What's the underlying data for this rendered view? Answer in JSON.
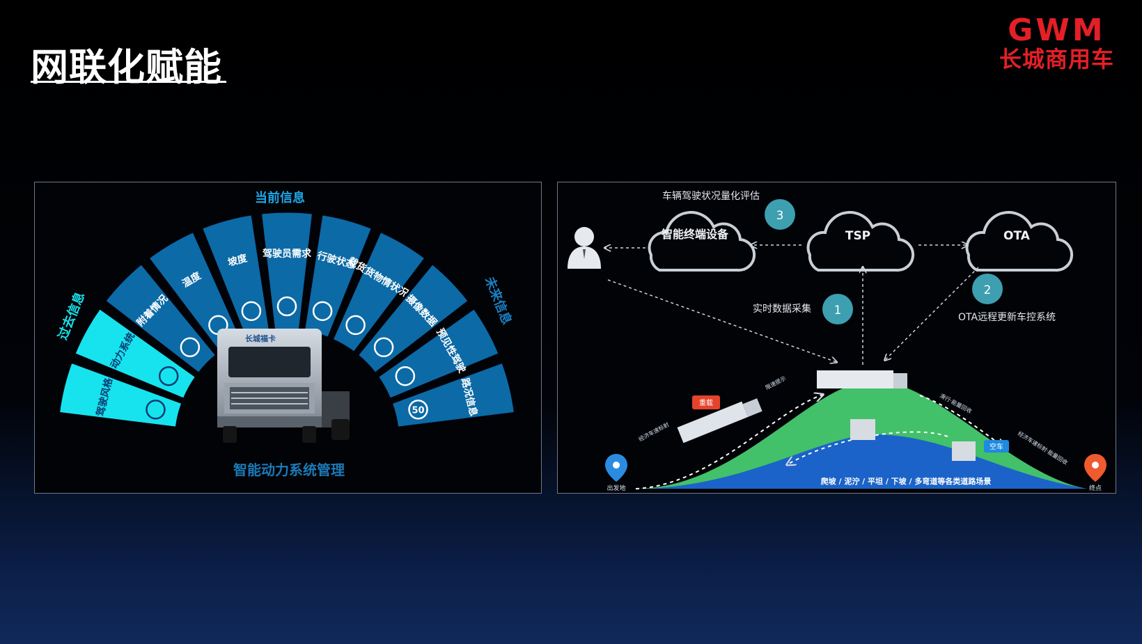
{
  "header": {
    "title": "网联化赋能",
    "logo_en": "GWM",
    "logo_cn": "长城商用车"
  },
  "left_panel": {
    "top_label": "当前信息",
    "left_label": "过去信息",
    "right_label": "未来信息",
    "bottom_label": "智能动力系统管理",
    "truck_badge": "长城福卡",
    "segments": [
      {
        "label": "驾驶风格",
        "icon": "steering-wheel-icon"
      },
      {
        "label": "动力系统",
        "icon": "engine-icon"
      },
      {
        "label": "附着情况",
        "icon": "snowflake-icon"
      },
      {
        "label": "温度",
        "icon": "thermometer-icon"
      },
      {
        "label": "坡度",
        "icon": "slope-icon"
      },
      {
        "label": "驾驶员需求",
        "icon": "gear-lever-icon"
      },
      {
        "label": "行驶状态",
        "icon": "speedometer-icon"
      },
      {
        "label": "载货货物情状况态",
        "icon": "cargo-car-icon"
      },
      {
        "label": "摄像数据",
        "icon": "camera-icon"
      },
      {
        "label": "预见性驾驶",
        "icon": "location-pin-icon"
      },
      {
        "label": "路况信息",
        "icon": "speed-limit-icon",
        "badge": "50"
      }
    ]
  },
  "right_panel": {
    "eval_label": "车辆驾驶状况量化评估",
    "device_label": "智能终端设备",
    "tsp_label": "TSP",
    "ota_label": "OTA",
    "steps": [
      "1",
      "2",
      "3"
    ],
    "collect_label": "实时数据采集",
    "ota_update_label": "OTA远程更新车控系统",
    "road_text": "爬坡 / 泥泞 / 平坦 / 下坡 / 多弯道等各类道路场景",
    "start_label": "出发地",
    "end_label": "终点",
    "loaded_tag": "重载",
    "empty_tag": "空车",
    "tiny_labels": [
      "经济车速标射",
      "限速提示",
      "滑行·能量回收",
      "经济车速标射·能量回收"
    ]
  },
  "colors": {
    "brand_red": "#e41f26",
    "segment_dark": "#0c6aa6",
    "segment_light": "#16e3ee",
    "panel_border": "#6f7a8a",
    "step_circle": "#3d9fb0"
  }
}
